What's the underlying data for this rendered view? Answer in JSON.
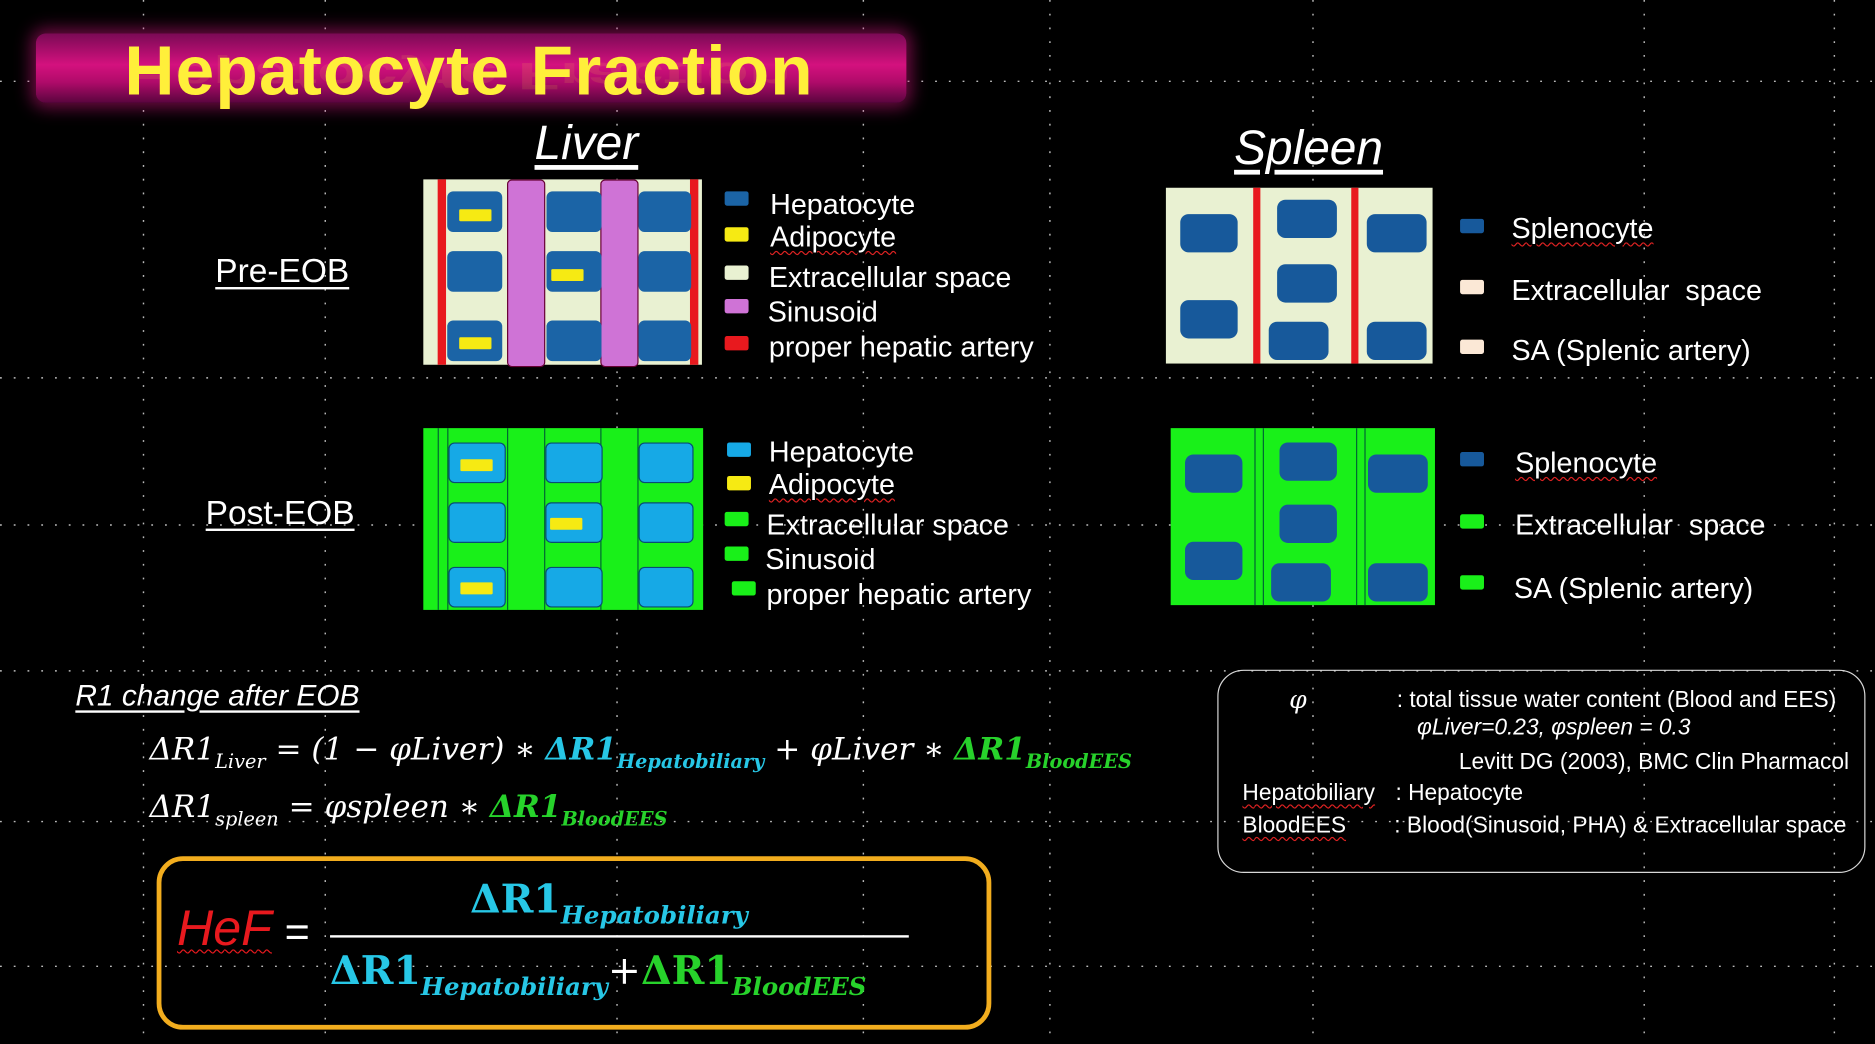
{
  "title": "Hepatocyte Fraction",
  "columns": {
    "liver": "Liver",
    "spleen": "Spleen"
  },
  "rows": {
    "pre": "Pre-EOB",
    "post": "Post-EOB"
  },
  "liver_legend_pre": [
    "Hepatocyte",
    "Adipocyte",
    "Extracellular space",
    "Sinusoid",
    "proper hepatic artery"
  ],
  "liver_legend_post": [
    "Hepatocyte",
    "Adipocyte",
    "Extracellular space",
    "Sinusoid",
    "proper hepatic artery"
  ],
  "spleen_legend_pre": [
    "Splenocyte",
    "Extracellular  space",
    "SA (Splenic artery)"
  ],
  "spleen_legend_post": [
    "Splenocyte",
    "Extracellular  space",
    "SA (Splenic artery)"
  ],
  "colors": {
    "background": "#000000",
    "title_text": "#ffef3a",
    "title_bar": "#d4117e",
    "hepatocyte_pre": "#1b64a6",
    "hepatocyte_post": "#16a9e6",
    "adipocyte": "#f6ea13",
    "extracellular_pre": "#e9f1d2",
    "extracellular_post": "#19f019",
    "sinusoid_pre": "#cf73d6",
    "artery_pre": "#e8191e",
    "splenocyte": "#17599b",
    "spleen_extracellular_pre": "#fbe8d6",
    "hef_box_border": "#f2ad1e",
    "hef_text": "#e8191e",
    "hepatobiliary_term": "#27c7e6",
    "bloodees_term": "#27d22b"
  },
  "equations": {
    "heading": "R1 change after EOB",
    "delta_r1": "ΔR1",
    "liver_sub": "Liver",
    "liver_eq_1": "= (1 − φLiver) ∗",
    "hepatobiliary": "Hepatobiliary",
    "liver_eq_2": "+ φLiver ∗",
    "bloodees": "BloodEES",
    "spleen_sub": "spleen",
    "spleen_eq": "= φspleen ∗"
  },
  "info": {
    "phi_symbol": "φ",
    "phi_desc": ": total tissue water content (Blood and EES)",
    "phi_values": "φLiver=0.23,  φspleen = 0.3",
    "reference": "Levitt DG (2003), BMC Clin Pharmacol",
    "hepatobiliary_label": "Hepatobiliary",
    "hepatobiliary_desc": ": Hepatocyte",
    "bloodees_label": "BloodEES",
    "bloodees_desc": ": Blood(Sinusoid, PHA) & Extracellular space"
  },
  "hef": {
    "label": "HeF",
    "equals": "=",
    "delta_r1": "ΔR1",
    "numerator_sub": "Hepatobiliary",
    "denominator_sub_1": "Hepatobiliary",
    "plus": "+",
    "denominator_sub_2": "BloodEES"
  }
}
